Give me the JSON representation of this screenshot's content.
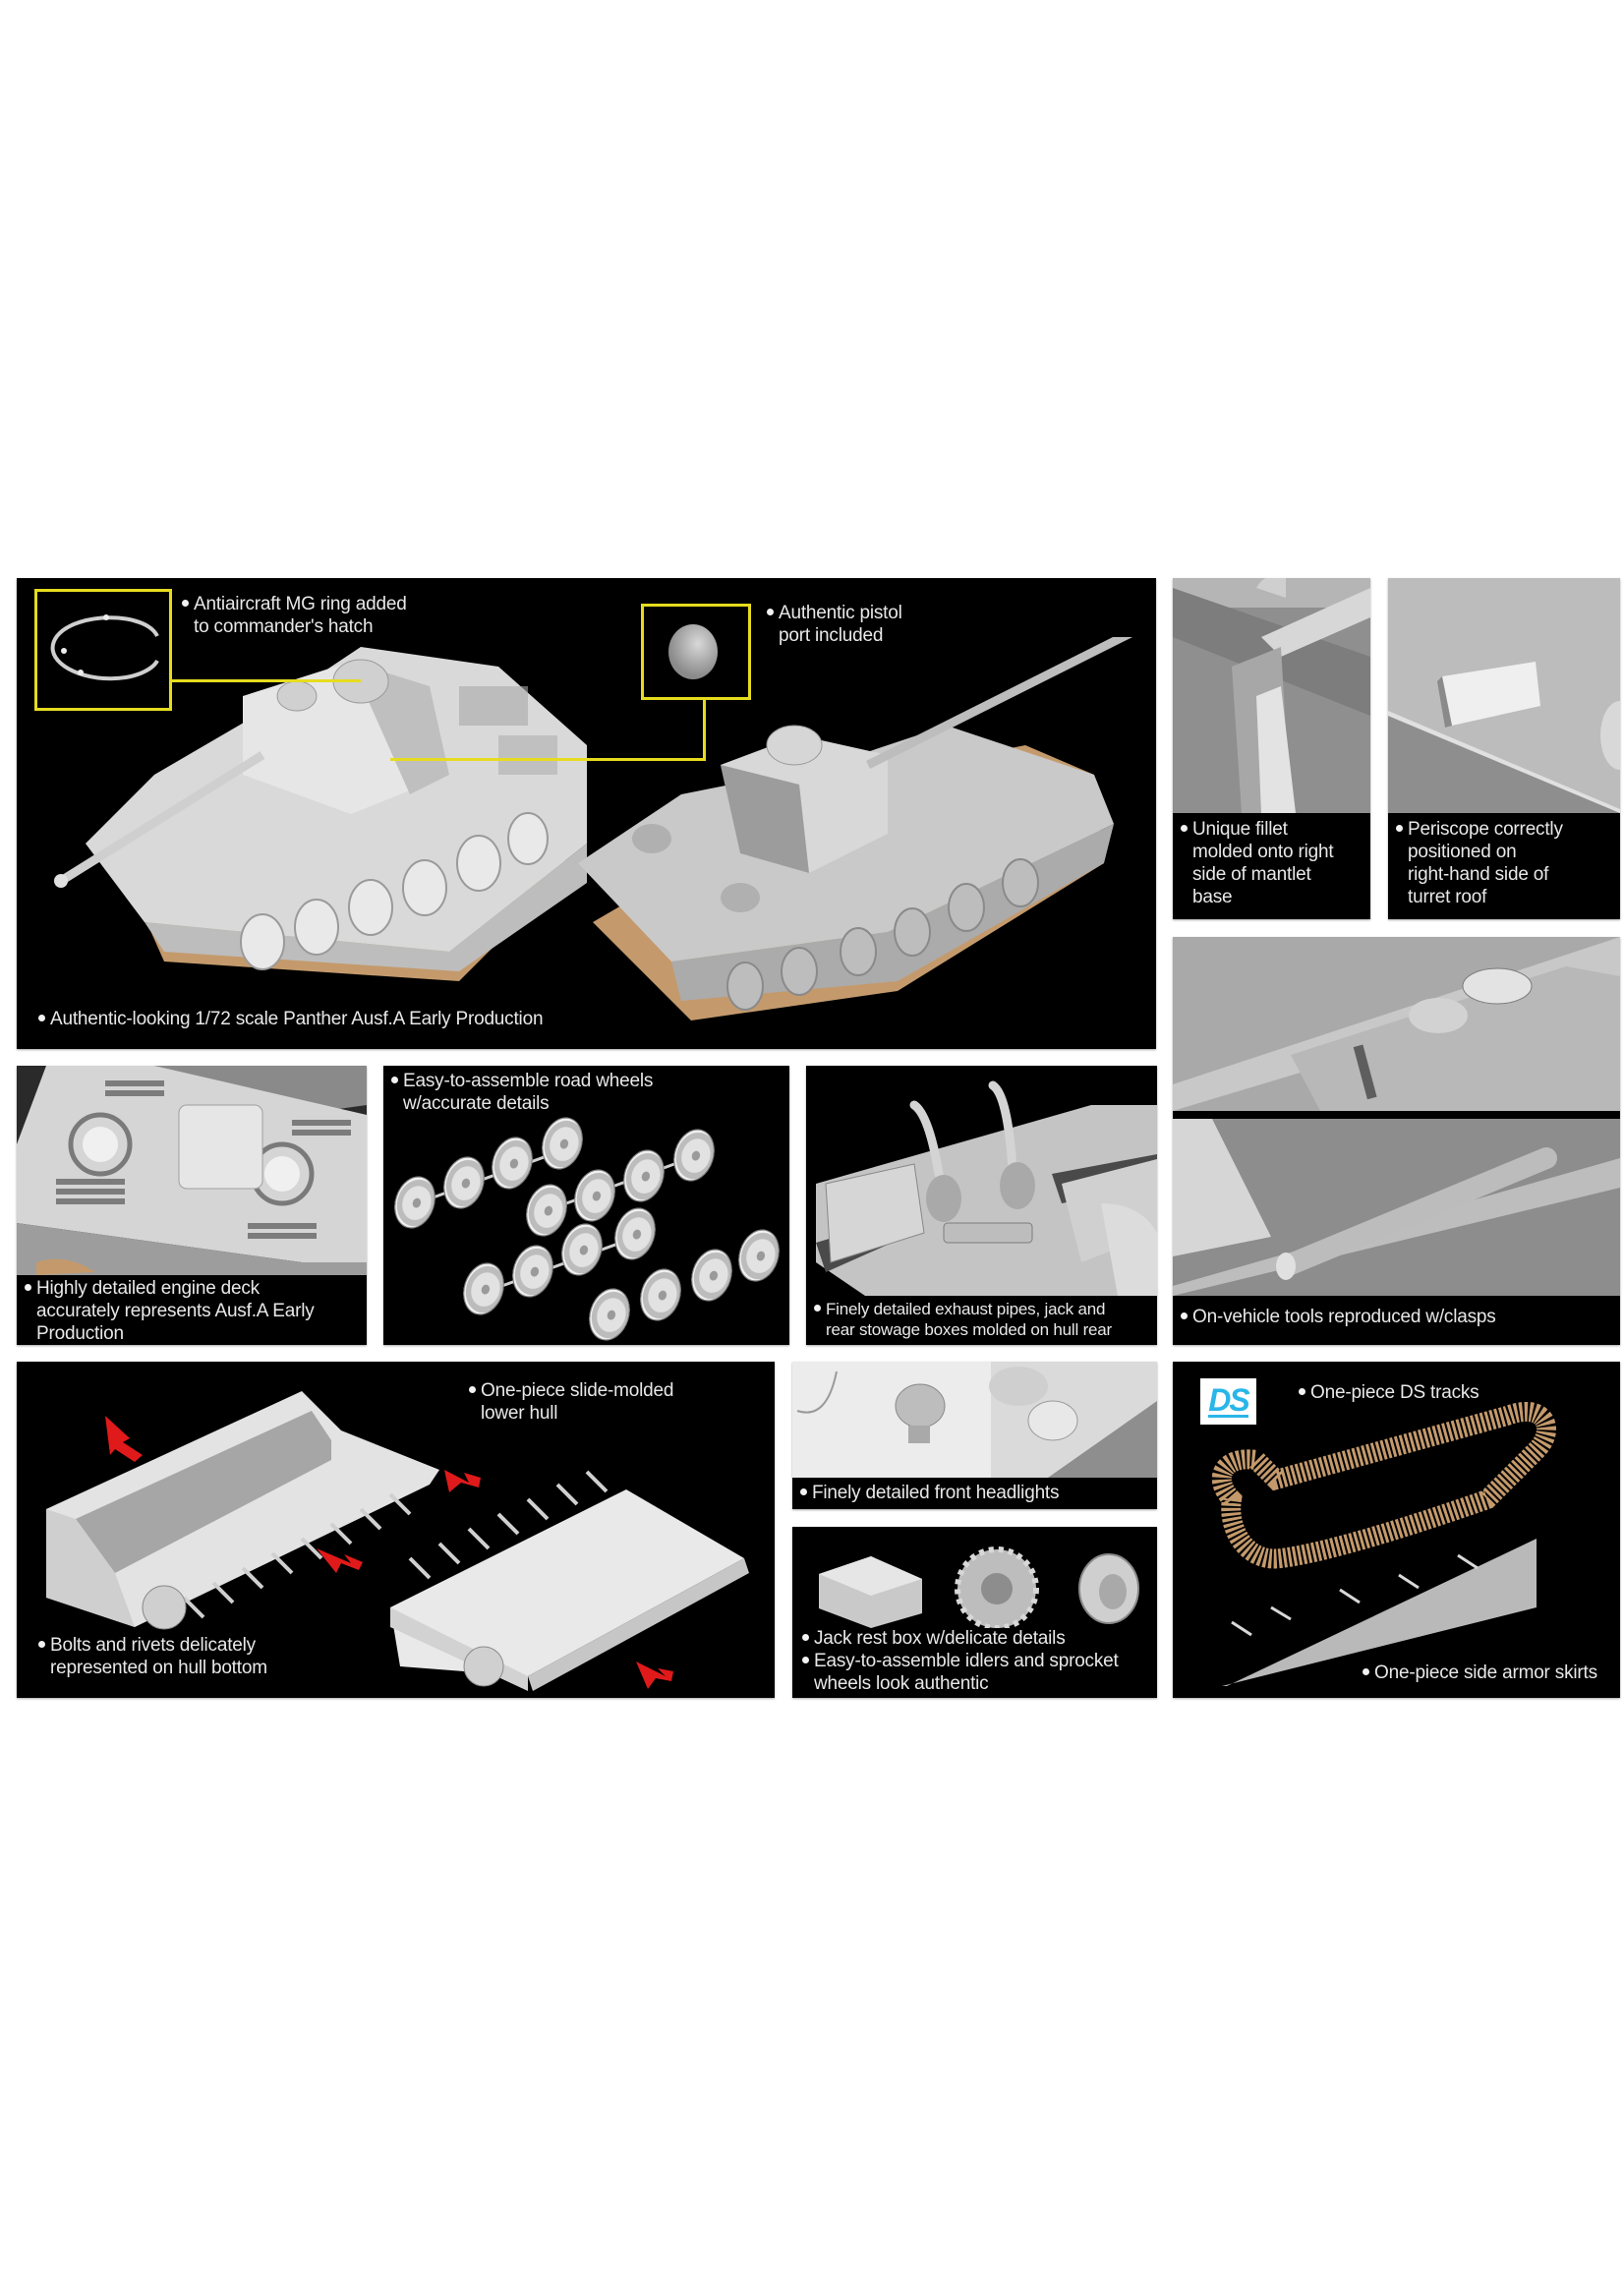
{
  "page": {
    "background": "#ffffff",
    "panel_color": "#000000",
    "callout_color": "#e6dc1e",
    "track_color": "#c49a6c",
    "ds_logo_color": "#29b6e8"
  },
  "main_panel": {
    "callouts": [
      {
        "id": "mg-ring",
        "lines": [
          "Antiaircraft MG ring added",
          "to commander's hatch"
        ]
      },
      {
        "id": "pistol-port",
        "lines": [
          "Authentic pistol",
          "port included"
        ]
      }
    ],
    "caption": "Authentic-looking 1/72 scale Panther Ausf.A Early Production"
  },
  "detail_panels": {
    "fillet": {
      "lines": [
        "Unique fillet",
        "molded onto right",
        "side of mantlet",
        "base"
      ]
    },
    "periscope": {
      "lines": [
        "Periscope correctly",
        "positioned on",
        "right-hand side of",
        "turret roof"
      ]
    },
    "engine_deck": {
      "lines": [
        "Highly detailed engine deck",
        "accurately represents Ausf.A Early",
        "Production"
      ]
    },
    "road_wheels": {
      "lines": [
        "Easy-to-assemble road wheels",
        "w/accurate details"
      ]
    },
    "exhaust": {
      "lines": [
        "Finely detailed exhaust pipes, jack and",
        "rear stowage boxes molded on hull rear"
      ]
    },
    "tools": {
      "lines": [
        "On-vehicle tools reproduced w/clasps"
      ]
    },
    "lower_hull": {
      "callouts": [
        {
          "id": "slide-molded",
          "lines": [
            "One-piece slide-molded",
            "lower hull"
          ]
        },
        {
          "id": "bolts",
          "lines": [
            "Bolts and rivets delicately",
            "represented on hull bottom"
          ]
        }
      ]
    },
    "headlights": {
      "lines": [
        "Finely detailed front headlights"
      ]
    },
    "jack_box": {
      "items": [
        {
          "lines": [
            "Jack rest box w/delicate details"
          ]
        },
        {
          "lines": [
            "Easy-to-assemble idlers and sprocket",
            "wheels look authentic"
          ]
        }
      ]
    },
    "tracks": {
      "logo": "DS",
      "callouts": [
        {
          "id": "ds-tracks",
          "lines": [
            "One-piece DS tracks"
          ]
        },
        {
          "id": "skirts",
          "lines": [
            "One-piece side armor skirts"
          ]
        }
      ]
    }
  }
}
